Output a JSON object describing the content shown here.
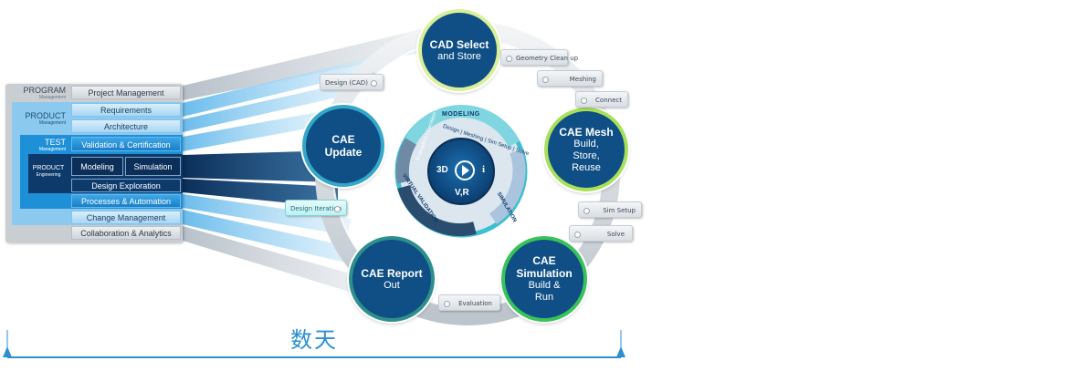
{
  "left_stack": {
    "program": {
      "title": "PROGRAM",
      "sub": "Management"
    },
    "product": {
      "title": "PRODUCT",
      "sub": "Management"
    },
    "test": {
      "title": "TEST",
      "sub": "Management"
    },
    "product_eng": {
      "title": "PRODUCT",
      "sub": "Engineering"
    },
    "rows": [
      "Project Management",
      "Requirements",
      "Architecture",
      "Validation & Certification",
      "Modeling",
      "Simulation",
      "Design Exploration",
      "Processes & Automation",
      "Change Management",
      "Collaboration & Analytics"
    ]
  },
  "cycle": {
    "nodes": {
      "cad": {
        "line1": "CAD Select",
        "line2": "and Store"
      },
      "mesh": {
        "line1": "CAE Mesh",
        "line2": "Build,",
        "line3": "Store,",
        "line4": "Reuse"
      },
      "sim": {
        "line1": "CAE",
        "line2": "Simulation",
        "line3": "Build &",
        "line4": "Run"
      },
      "report": {
        "line1": "CAE Report",
        "line2": "Out"
      },
      "update": {
        "line1": "CAE",
        "line2": "Update"
      }
    },
    "tags": {
      "design_cad": "Design (CAD)",
      "geometry": "Geometry Clean up",
      "meshing": "Meshing",
      "connect": "Connect",
      "sim_setup": "Sim Setup",
      "solve": "Solve",
      "evaluation": "Evaluation",
      "design_iteration": "Design Iteration"
    },
    "center": {
      "logo_3d": "3D",
      "logo_vr": "V,R",
      "logo_i": "i",
      "ring_modeling": "MODELING",
      "ring_design_meshing": "Design | Meshing | Sim Setup | Solve",
      "ring_simulation": "SIMULATION",
      "ring_evaluation": "Evaluation | Decision Making",
      "ring_virtual": "VIRTUAL VALIDATION"
    }
  },
  "timeline": {
    "label": "数天"
  },
  "colors": {
    "dark_navy": "#0d3a6b",
    "accent_blue": "#1e90d8",
    "light_blue": "#6bbcec",
    "node_fill": "#0f4f86",
    "ring_green": "#4fcf5c",
    "ring_lime": "#c8e86b",
    "ring_teal": "#3aa8c8"
  }
}
